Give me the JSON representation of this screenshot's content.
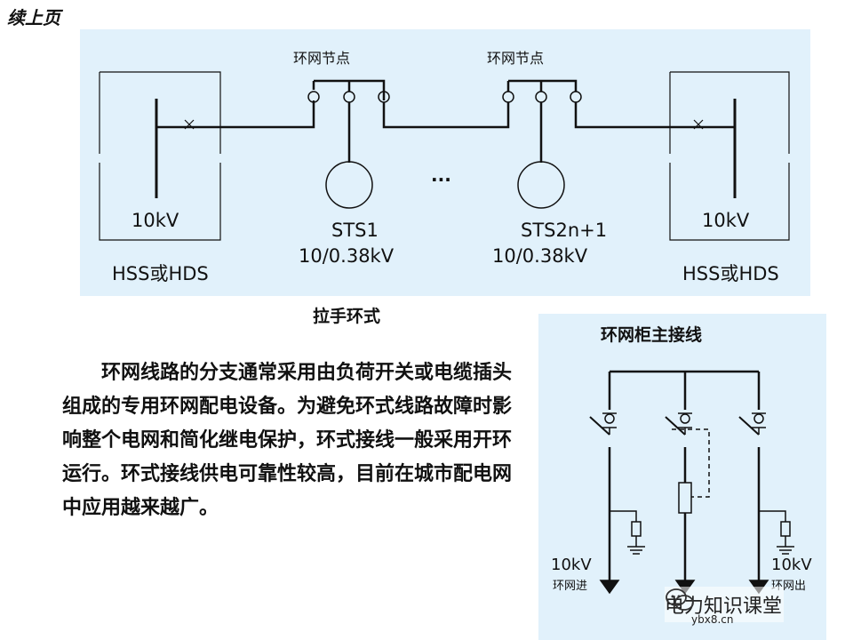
{
  "page": {
    "continuation": "续上页"
  },
  "diagram_top": {
    "node_label_left": "环网节点",
    "node_label_right": "环网节点",
    "left_voltage": "10kV",
    "right_voltage": "10kV",
    "left_station": "HSS或HDS",
    "right_station": "HSS或HDS",
    "sts1_name": "STS1",
    "sts1_rating": "10/0.38kV",
    "sts2_name": "STS2n+1",
    "sts2_rating": "10/0.38kV",
    "ellipsis": "···"
  },
  "caption": "拉手环式",
  "description": "环网线路的分支通常采用由负荷开关或电缆插头组成的专用环网配电设备。为避免环式线路故障时影响整个电网和简化继电保护，环式接线一般采用开环运行。环式接线供电可靠性较高，目前在城市配电网中应用越来越广。",
  "diagram_side": {
    "title": "环网柜主接线",
    "in_voltage": "10kV",
    "in_label": "环网进",
    "out_voltage": "10kV",
    "out_label": "环网出"
  },
  "watermark": {
    "text": "电力知识课堂",
    "url": "ybx8.cn"
  },
  "colors": {
    "panel": "#e1f1fb",
    "line": "#111111"
  }
}
